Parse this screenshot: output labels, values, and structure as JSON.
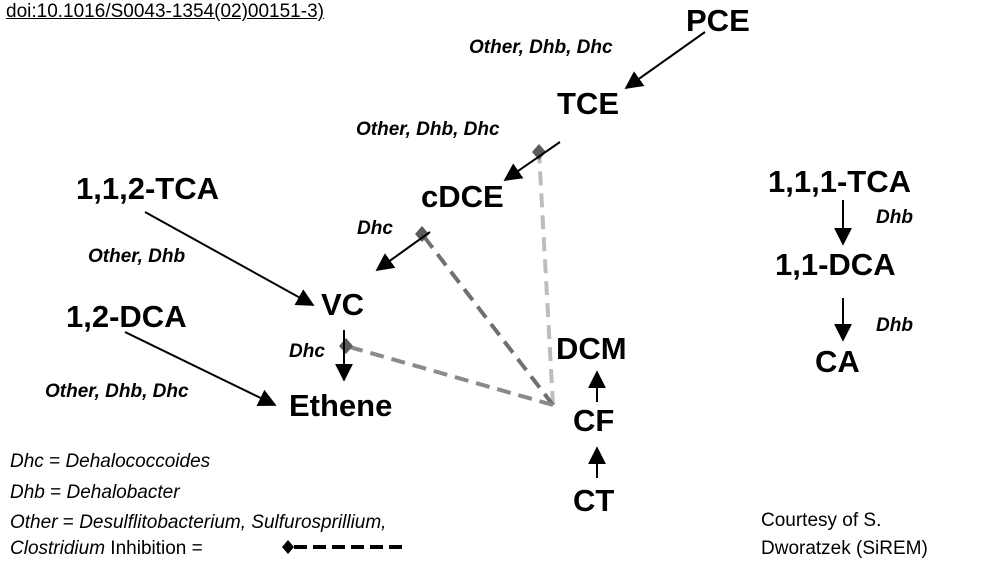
{
  "citation": "doi:10.1016/S0043-1354(02)00151-3)",
  "compounds": {
    "pce": "PCE",
    "tce": "TCE",
    "cdce": "cDCE",
    "vc": "VC",
    "ethene": "Ethene",
    "tca112": "1,1,2-TCA",
    "dca12": "1,2-DCA",
    "tca111": "1,1,1-TCA",
    "dca11": "1,1-DCA",
    "ca": "CA",
    "dcm": "DCM",
    "cf": "CF",
    "ct": "CT"
  },
  "organisms": {
    "pce_tce": "Other, Dhb, Dhc",
    "tce_cdce": "Other, Dhb, Dhc",
    "cdce_vc": "Dhc",
    "tca112_vc": "Other, Dhb",
    "vc_ethene": "Dhc",
    "dca12_ethene": "Other, Dhb, Dhc",
    "tca111_dca11": "Dhb",
    "dca11_ca": "Dhb"
  },
  "legend": {
    "dhc_abbr": "Dhc",
    "dhc_eq": " = ",
    "dhc_full": "Dehalococcoides",
    "dhb_abbr": "Dhb",
    "dhb_eq": " = ",
    "dhb_full": "Dehalobacter",
    "other_abbr": "Other",
    "other_eq": " = ",
    "other_full": "Desulflitobacterium, Sulfurosprillium,",
    "clostridium": "Clostridium",
    "inhibition": " Inhibition = "
  },
  "credit": {
    "line1": "Courtesy of S.",
    "line2": "Dworatzek (SiREM)"
  },
  "colors": {
    "arrow": "#000000",
    "inhibition_tce": "#bdbdbd",
    "inhibition_cdce": "#707070",
    "inhibition_vc": "#8a8a8a",
    "inhibition_marker": "#5a5a5a"
  }
}
